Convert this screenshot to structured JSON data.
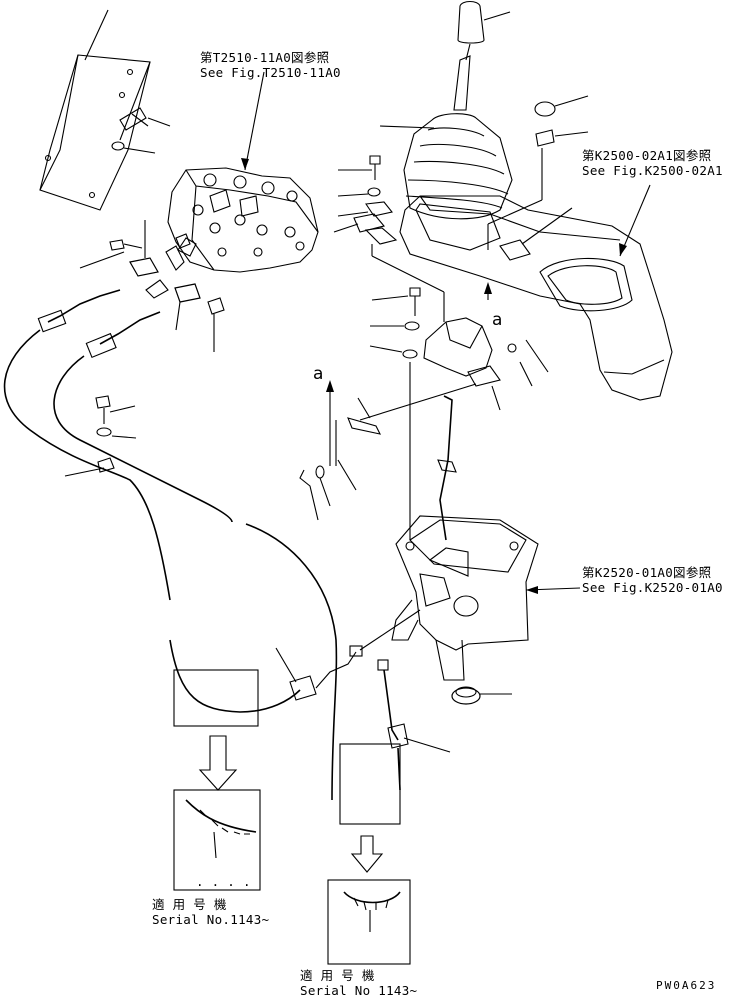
{
  "references": [
    {
      "id": "ref-t2510",
      "jp": "第T2510-11A0図参照",
      "en": "See Fig.T2510-11A0"
    },
    {
      "id": "ref-k2500",
      "jp": "第K2500-02A1図参照",
      "en": "See Fig.K2500-02A1"
    },
    {
      "id": "ref-k2520",
      "jp": "第K2520-01A0図参照",
      "en": "See Fig.K2520-01A0"
    }
  ],
  "serial_notes": [
    {
      "jp": "適 用 号 機",
      "en": "Serial No.1143~"
    },
    {
      "jp": "適 用 号 機",
      "en": "Serial No 1143~"
    }
  ],
  "view_markers": {
    "a1": "a",
    "a2": "a"
  },
  "drawing_code": "PW0A623",
  "dots": ". . . ."
}
